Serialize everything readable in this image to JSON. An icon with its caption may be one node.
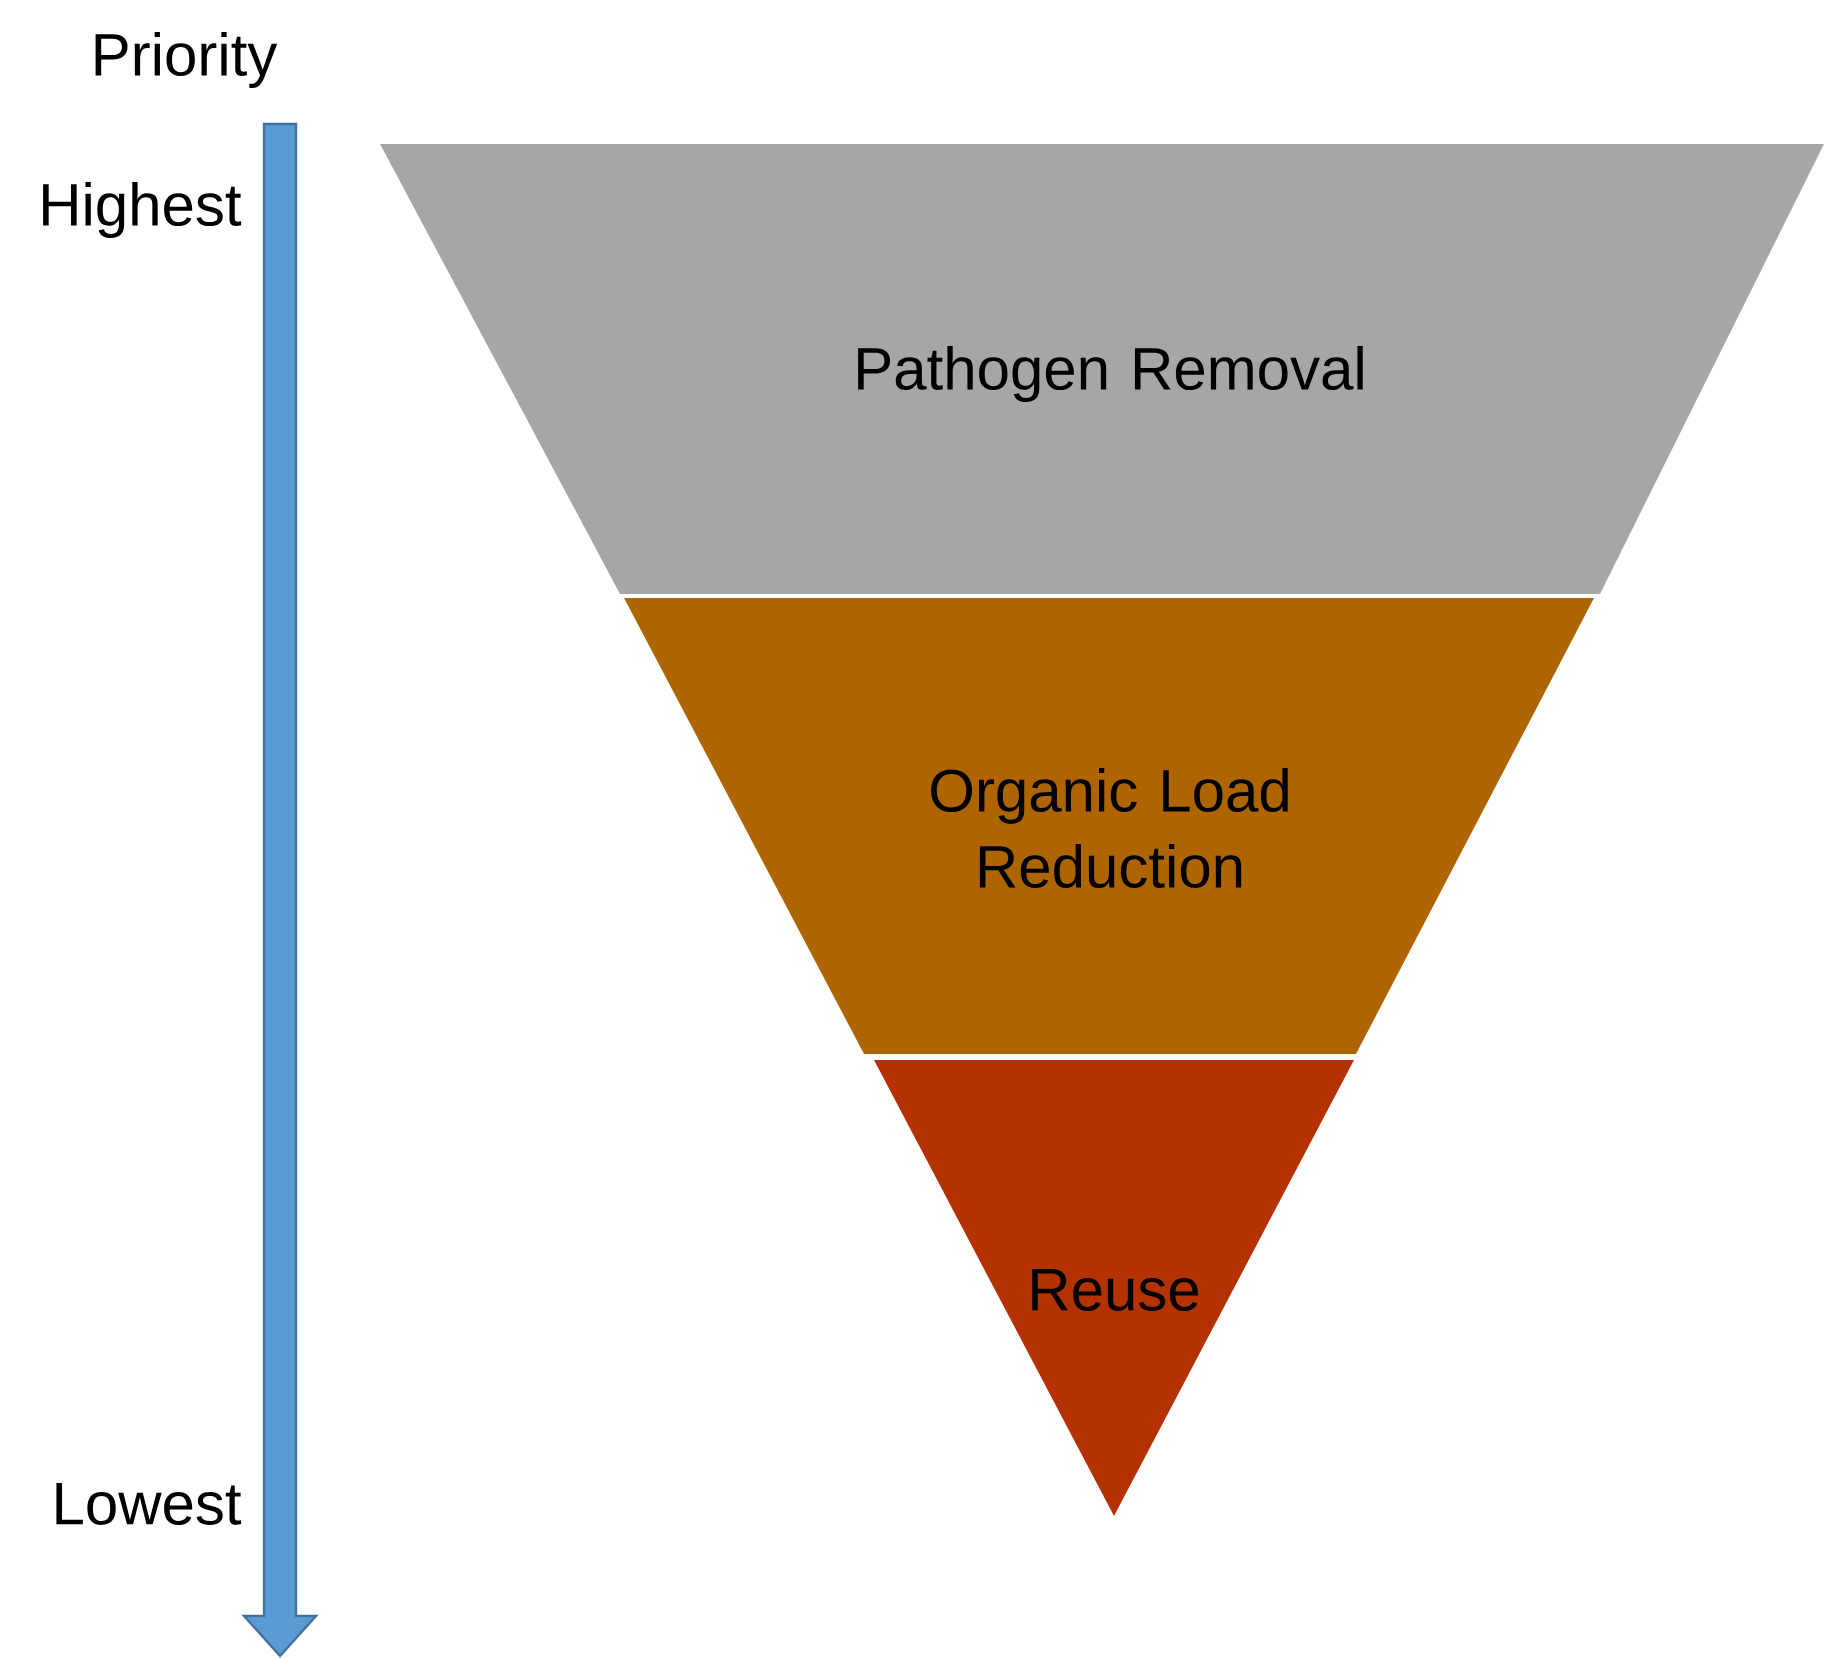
{
  "diagram": {
    "nodes": [
      {
        "text": [
          "Pathogen Removal"
        ]
      },
      {
        "text": [
          "Organic Load Reduction"
        ]
      },
      {
        "text": [
          "Reuse"
        ]
      }
    ],
    "labels": [
      "Priority",
      "Highest",
      "Lowest"
    ]
  }
}
